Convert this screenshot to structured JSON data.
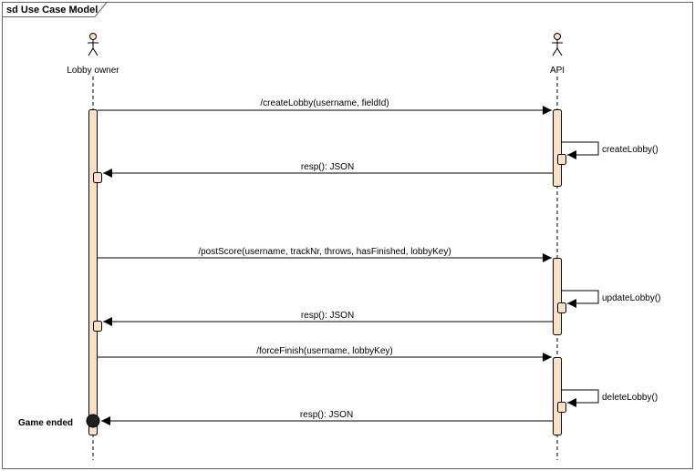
{
  "frame": {
    "title": "sd Use Case Model"
  },
  "actors": {
    "lobby_owner": "Lobby owner",
    "api": "API"
  },
  "messages": {
    "create_lobby_call": "/createLobby(username, fieldId)",
    "create_lobby_self": "createLobby()",
    "resp_1": "resp(): JSON",
    "post_score_call": "/postScore(username, trackNr, throws, hasFinished, lobbyKey)",
    "update_lobby_self": "updateLobby()",
    "resp_2": "resp(): JSON",
    "force_finish_call": "/forceFinish(username, lobbyKey)",
    "delete_lobby_self": "deleteLobby()",
    "resp_3": "resp(): JSON"
  },
  "end_state": {
    "label": "Game ended"
  },
  "colors": {
    "activation_fill": "#f9e1c5",
    "line": "#000000",
    "end_node": "#1f1f1f"
  }
}
